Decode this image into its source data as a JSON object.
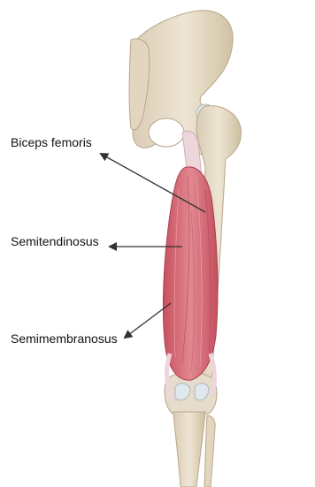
{
  "labels": {
    "biceps_femoris": "Biceps femoris",
    "semitendinosus": "Semitendinosus",
    "semimembranosus": "Semimembranosus"
  },
  "colors": {
    "bone": "#e8dcc8",
    "bone_shadow": "#c9b99b",
    "muscle": "#d8707a",
    "muscle_dark": "#b84a5a",
    "tendon": "#ecd6dc",
    "arrow": "#333333"
  }
}
